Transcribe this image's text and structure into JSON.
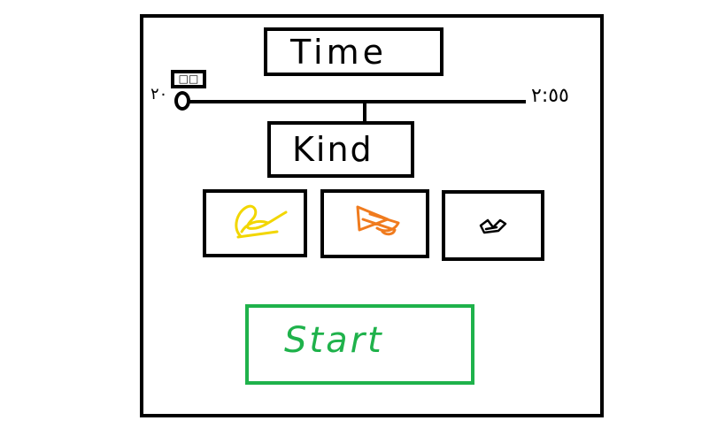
{
  "time_section": {
    "label": "Time"
  },
  "slider": {
    "min_label": "٢٠",
    "max_label": "٢:٥٥",
    "value_box": "□□",
    "value_fraction": 0.0
  },
  "kind_section": {
    "label": "Kind",
    "options": [
      {
        "icon": "yellow-dragon-icon",
        "color": "#f2d600"
      },
      {
        "icon": "orange-fish-icon",
        "color": "#f07b1e"
      },
      {
        "icon": "black-bird-icon",
        "color": "#000000"
      }
    ]
  },
  "start_button": {
    "label": "Start",
    "color": "#1fb24b"
  }
}
